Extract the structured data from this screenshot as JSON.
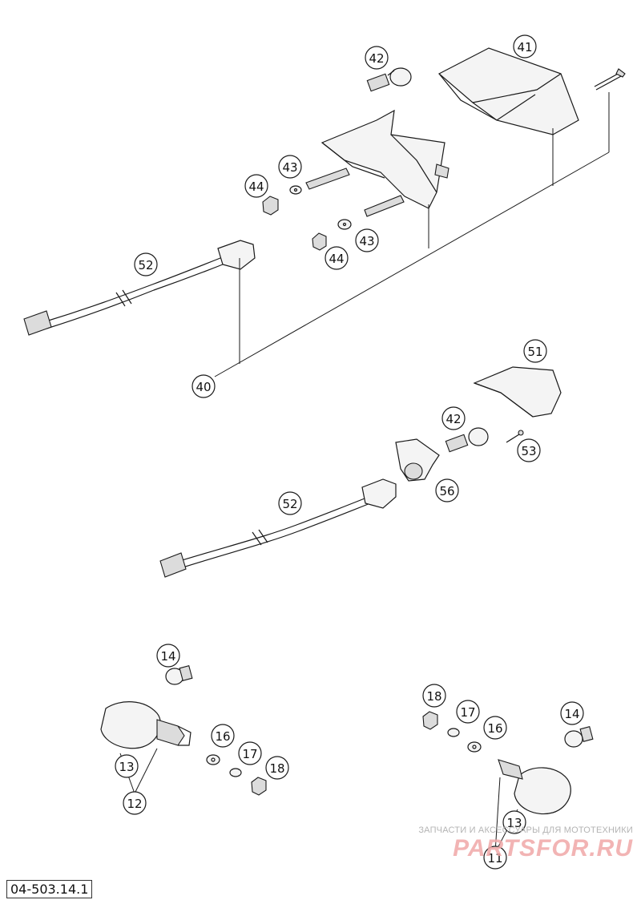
{
  "diagram": {
    "document_number": "04-503.14.1",
    "callouts": [
      "41",
      "42",
      "43",
      "44",
      "43",
      "44",
      "52",
      "40",
      "51",
      "42",
      "53",
      "56",
      "52",
      "14",
      "13",
      "12",
      "16",
      "17",
      "18",
      "18",
      "17",
      "16",
      "14",
      "13",
      "11"
    ]
  },
  "watermark": {
    "subtitle": "ЗАПЧАСТИ И АКСЕССУАРЫ ДЛЯ МОТОТЕХНИКИ",
    "brand": "PARTSFOR.RU"
  }
}
